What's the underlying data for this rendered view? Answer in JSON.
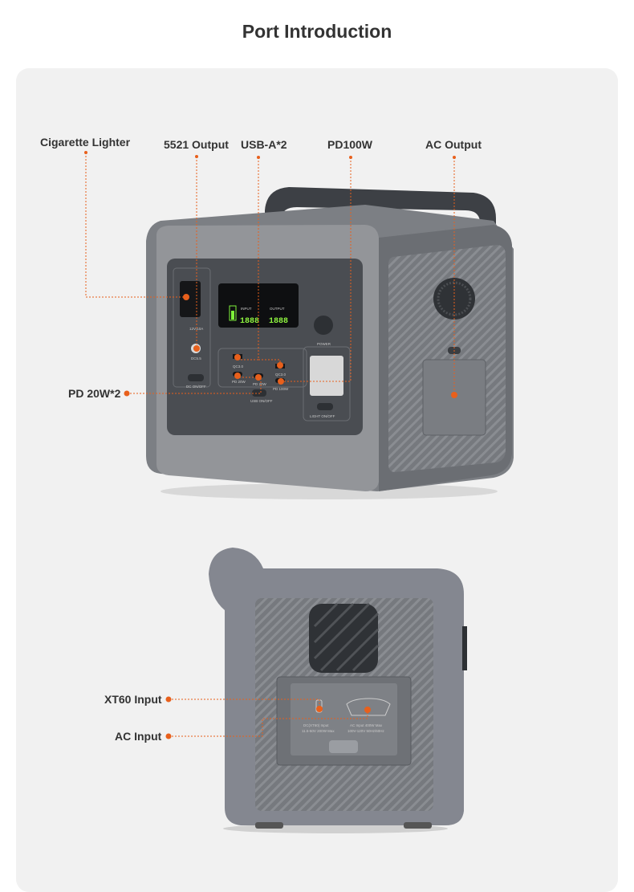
{
  "title": "Port Introduction",
  "accent_color": "#e8601c",
  "front_view": {
    "labels": {
      "cigarette_lighter": "Cigarette Lighter",
      "dc5521": "5521 Output",
      "usb_a": "USB-A*2",
      "pd100w": "PD100W",
      "ac_output": "AC Output",
      "pd20w": "PD 20W*2"
    },
    "panel_text": {
      "cig": "12V/10A",
      "dc": "DC5.5",
      "dc_switch": "DC ON/OFF",
      "qc1": "QC3.0",
      "qc2": "QC3.0",
      "pd20a": "PD 20W",
      "pd20b": "PD 20W",
      "pd100": "PD 100W",
      "usb_switch": "USB ON/OFF",
      "power": "POWER",
      "light_switch": "LIGHT ON/OFF",
      "input": "INPUT",
      "output": "OUTPUT",
      "digits_in": "1888",
      "digits_out": "1888"
    }
  },
  "side_view": {
    "labels": {
      "xt60": "XT60 Input",
      "ac_input": "AC Input"
    },
    "panel_text": {
      "xt60_line1": "DC(XT60) Input",
      "xt60_line2": "11.5-50V 200W Max",
      "ac_line1": "AC Input 400W Max",
      "ac_line2": "100V-120V 50Hz/60Hz"
    }
  }
}
